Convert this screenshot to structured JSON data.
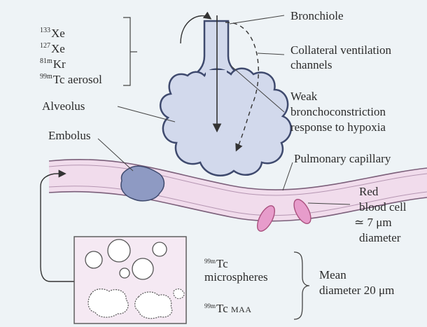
{
  "isotopes_ventilation": [
    {
      "mass": "133",
      "symbol": "Xe"
    },
    {
      "mass": "127",
      "symbol": "Xe"
    },
    {
      "mass": "81m",
      "symbol": "Kr"
    },
    {
      "mass": "99m",
      "symbol": "Tc aerosol"
    }
  ],
  "labels": {
    "bronchiole": "Bronchiole",
    "collateral_1": "Collateral ventilation",
    "collateral_2": "channels",
    "weak_1": "Weak",
    "weak_2": "bronchoconstriction",
    "weak_3": "response to hypoxia",
    "alveolus": "Alveolus",
    "embolus": "Embolus",
    "pulmonary_capillary": "Pulmonary capillary",
    "rbc_1": "Red",
    "rbc_2": "blood cell",
    "rbc_3": "≃ 7 μm",
    "rbc_4": "diameter",
    "micro_mass": "99m",
    "micro_symbol": "Tc",
    "micro_word": "microspheres",
    "maa_mass": "99m",
    "maa_symbol": "Tc",
    "maa_word": "MAA",
    "mean_1": "Mean",
    "mean_2": "diameter 20 μm"
  },
  "colors": {
    "background": "#eef3f6",
    "alveolus_fill": "#d2d9ec",
    "alveolus_stroke": "#3f4a6e",
    "capillary_fill": "#f1dcec",
    "capillary_stroke": "#7b5f7a",
    "embolus_fill": "#8e9ac3",
    "rbc_fill": "#e79ccb",
    "inset_fill": "#f5e9f3"
  }
}
